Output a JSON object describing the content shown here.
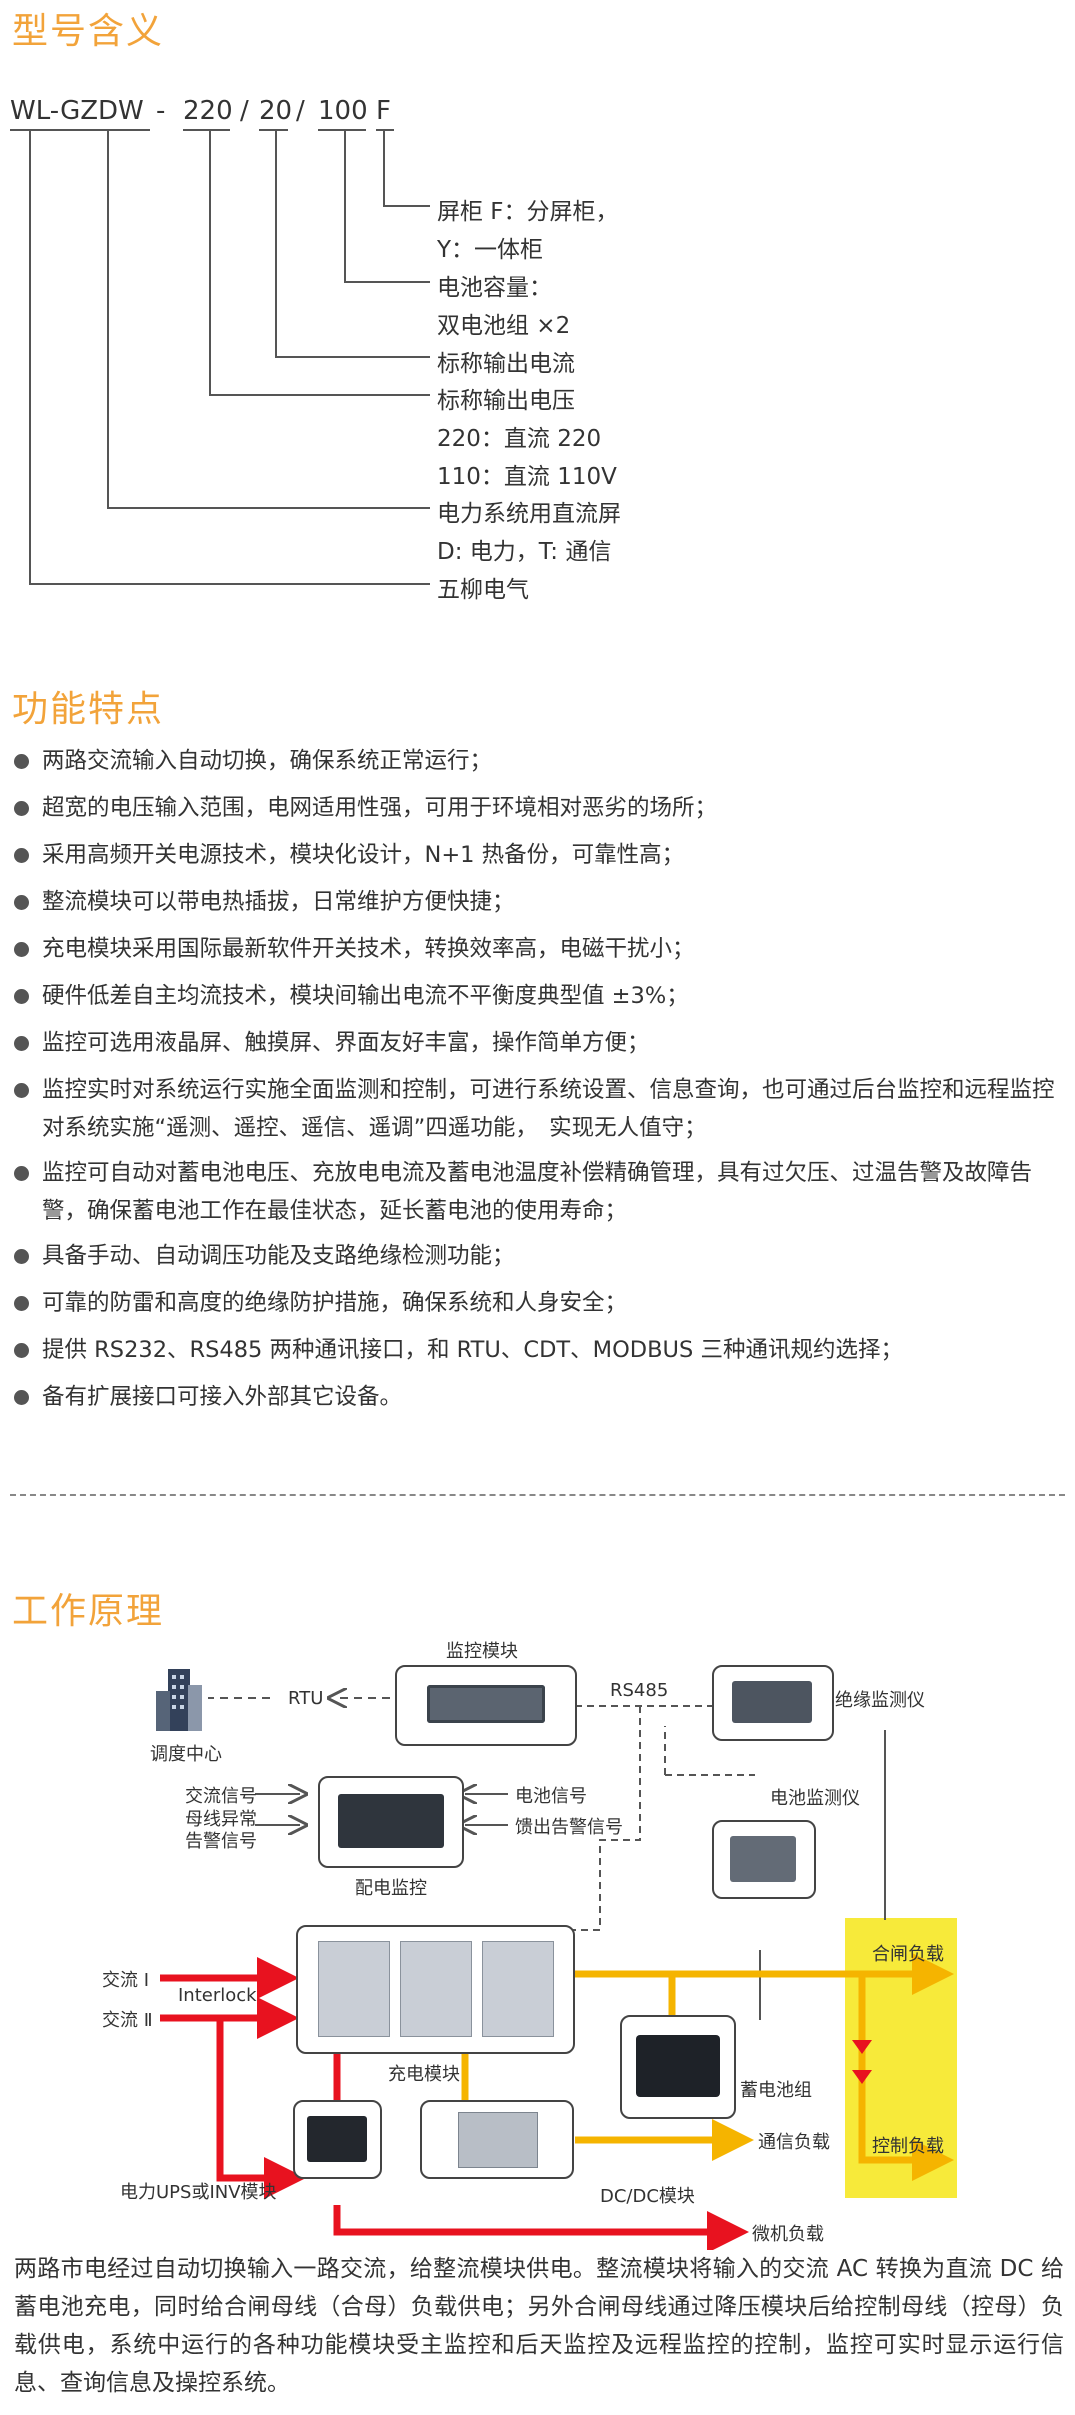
{
  "section1": {
    "title": "型号含义",
    "code": {
      "p1": "WL-GZDW",
      "dash": "-",
      "p2": "220",
      "s1": "/",
      "p3": "20",
      "s2": "/",
      "p4": "100",
      "p5": "F"
    },
    "descriptions": [
      "屏柜 F：分屏柜，",
      "Y：一体柜",
      "电池容量：",
      "双电池组 ×2",
      "标称输出电流",
      "标称输出电压",
      "220：直流 220",
      "110：直流 110V",
      "电力系统用直流屏",
      "D: 电力，T: 通信",
      "五柳电气"
    ]
  },
  "section2": {
    "title": "功能特点",
    "features": [
      "两路交流输入自动切换，确保系统正常运行；",
      "超宽的电压输入范围，电网适用性强，可用于环境相对恶劣的场所；",
      "采用高频开关电源技术，模块化设计，N+1 热备份，可靠性高；",
      "整流模块可以带电热插拔，日常维护方便快捷；",
      "充电模块采用国际最新软件开关技术，转换效率高，电磁干扰小；",
      "硬件低差自主均流技术，模块间输出电流不平衡度典型值 ±3%；",
      "监控可选用液晶屏、触摸屏、界面友好丰富，操作简单方便；",
      "监控实时对系统运行实施全面监测和控制，可进行系统设置、信息查询，也可通过后台监控和远程监控对系统实施“遥测、遥控、遥信、遥调”四遥功能，　实现无人值守；",
      "监控可自动对蓄电池电压、充放电电流及蓄电池温度补偿精确管理，具有过欠压、过温告警及故障告警，确保蓄电池工作在最佳状态，延长蓄电池的使用寿命；",
      "具备手动、自动调压功能及支路绝缘检测功能；",
      "可靠的防雷和高度的绝缘防护措施，确保系统和人身安全；",
      "提供 RS232、RS485 两种通讯接口，和 RTU、CDT、MODBUS 三种通讯规约选择；",
      "备有扩展接口可接入外部其它设备。"
    ]
  },
  "section3": {
    "title": "工作原理",
    "diagram": {
      "monitor_module": "监控模块",
      "rtu": "RTU",
      "dispatch_center": "调度中心",
      "rs485": "RS485",
      "insulation_monitor": "绝缘监测仪",
      "battery_monitor": "电池监测仪",
      "ac_signal": "交流信号",
      "bus_abnormal_1": "母线异常",
      "bus_abnormal_2": "告警信号",
      "dist_monitor": "配电监控",
      "battery_signal": "电池信号",
      "feeder_alarm": "馈出告警信号",
      "ac1": "交流 Ⅰ",
      "ac2": "交流 Ⅱ",
      "interlock": "Interlock",
      "charge_module": "充电模块",
      "closing_load": "合闸负载",
      "battery_group": "蓄电池组",
      "control_load": "控制负载",
      "comm_load": "通信负载",
      "ups": "电力UPS或INV模块",
      "dcdc": "DC/DC模块",
      "micro_load": "微机负载"
    },
    "paragraph": "两路市电经过自动切换输入一路交流，给整流模块供电。整流模块将输入的交流 AC 转换为直流 DC 给蓄电池充电，同时给合闸母线（合母）负载供电；另外合闸母线通过降压模块后给控制母线（控母）负载供电，系统中运行的各种功能模块受主监控和后天监控及远程监控的控制，监控可实时显示运行信息、查询信息及操控系统。"
  },
  "colors": {
    "accent": "#f2a33a",
    "red": "#e8121f",
    "yellow": "#f5e223",
    "orange_line": "#f5b400"
  }
}
